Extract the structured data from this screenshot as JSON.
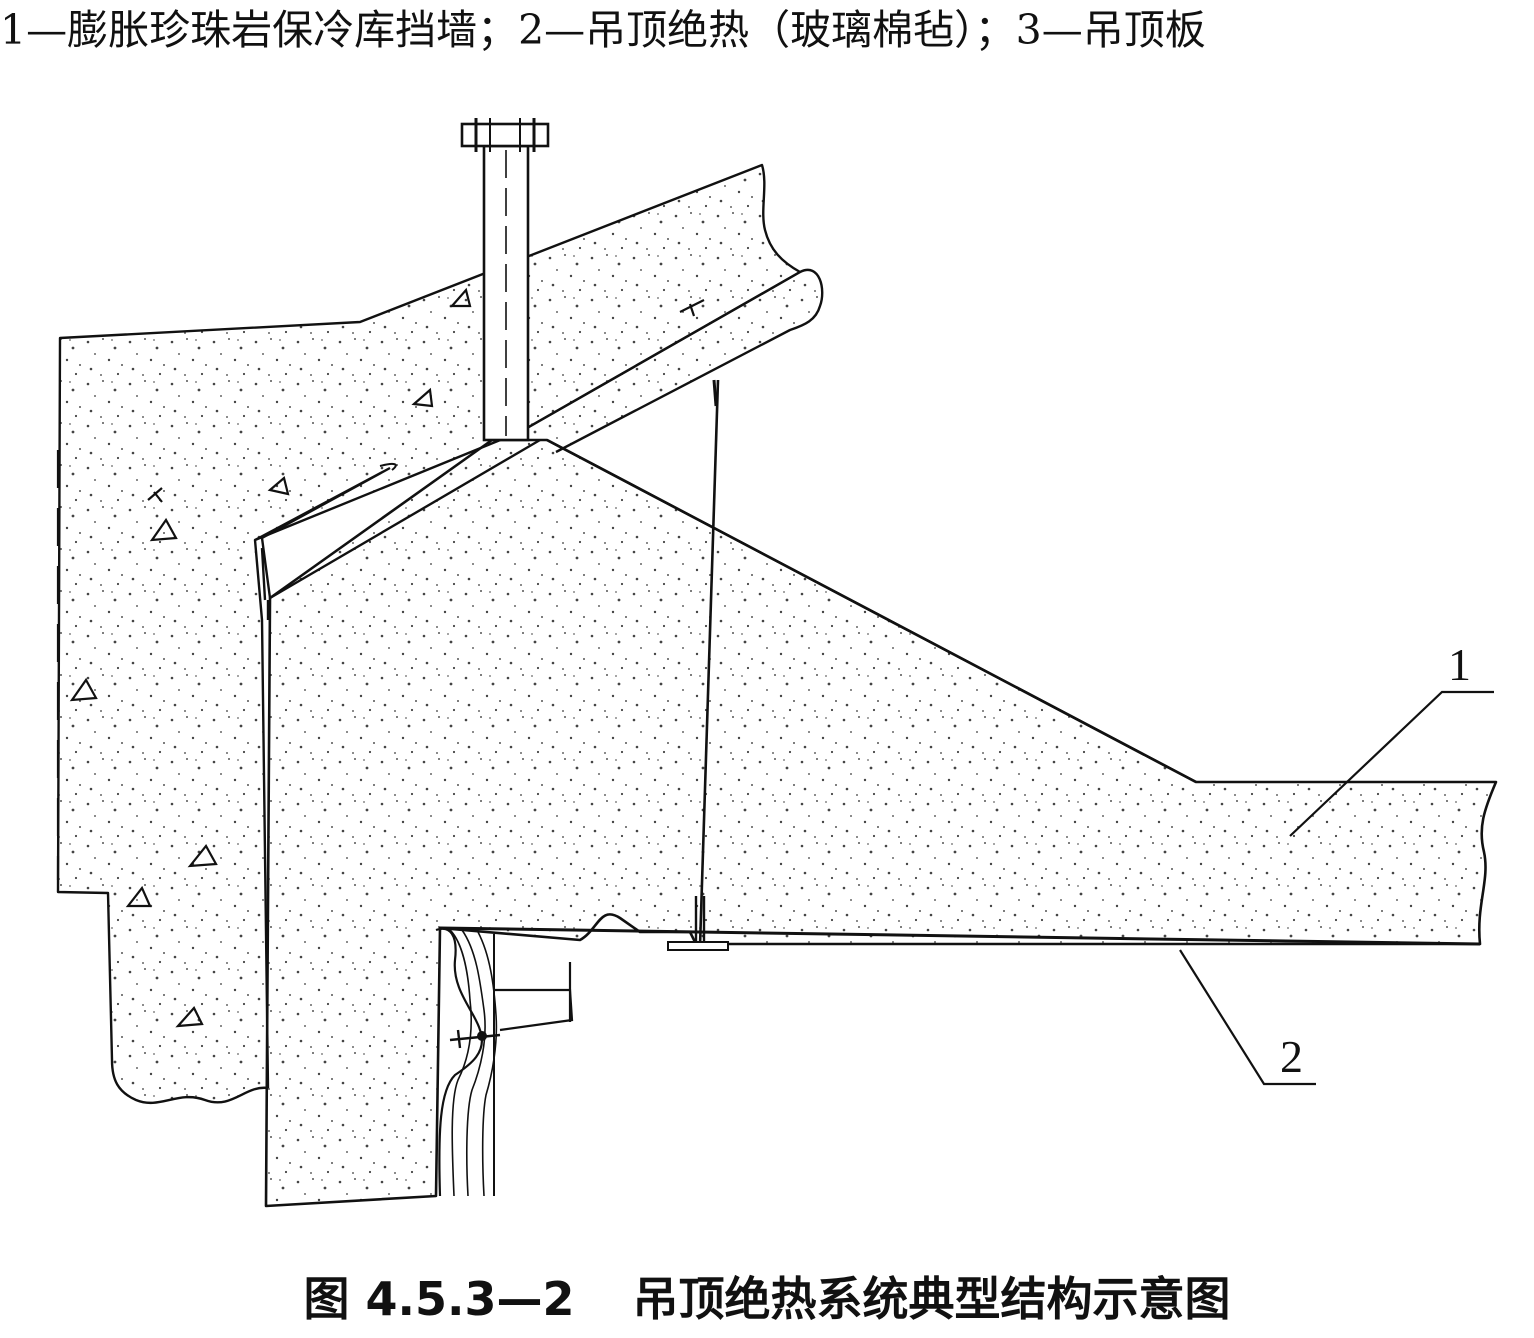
{
  "legend": {
    "text": "1—膨胀珍珠岩保冷库挡墙；2—吊顶绝热（玻璃棉毡）；3—吊顶板"
  },
  "diagram": {
    "callouts": {
      "label_1": "1",
      "label_2": "2"
    }
  },
  "caption": {
    "number": "图 4.5.3—2",
    "title": "吊顶绝热系统典型结构示意图"
  }
}
